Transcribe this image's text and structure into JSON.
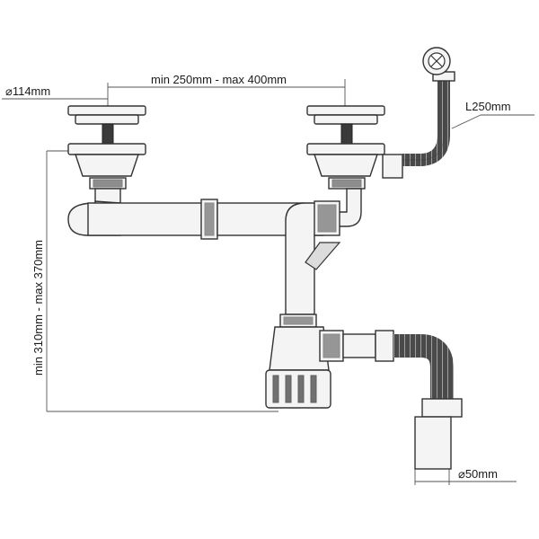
{
  "dimensions": {
    "strainer_diameter": "⌀114mm",
    "distance_between_bowls": "min 250mm - max 400mm",
    "overflow_hose_length": "L250mm",
    "height_range": "min 310mm - max 370mm",
    "outlet_diameter": "⌀50mm"
  },
  "colors": {
    "line": "#333333",
    "fill": "#f4f4f4",
    "dark": "#3a3a3a"
  }
}
